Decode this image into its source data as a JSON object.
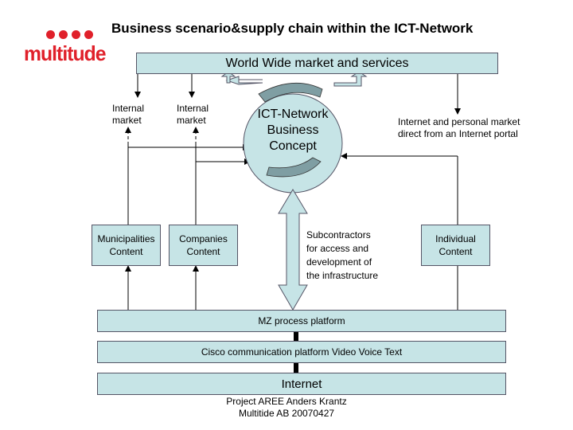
{
  "header": {
    "title": "Business scenario&supply chain within the ICT-Network"
  },
  "logo": {
    "text": "multitude"
  },
  "diagram": {
    "top_bar": "World Wide market and services",
    "circle": {
      "line1": "ICT-Network",
      "line2": "Business",
      "line3": "Concept"
    },
    "internal_market_1": {
      "line1": "Internal",
      "line2": "market"
    },
    "internal_market_2": {
      "line1": "Internal",
      "line2": "market"
    },
    "internet_market": {
      "line1": "Internet and personal market",
      "line2": "direct from an Internet portal"
    },
    "municipalities": {
      "line1": "Municipalities",
      "line2": "Content"
    },
    "companies": {
      "line1": "Companies",
      "line2": "Content"
    },
    "individual": {
      "line1": "Individual",
      "line2": "Content"
    },
    "subcontractors": {
      "line1": "Subcontractors",
      "line2": "for access and",
      "line3": "development of",
      "line4": "the infrastructure"
    },
    "mz_platform": "MZ process platform",
    "cisco_platform": "Cisco communication platform Video Voice Text",
    "internet_bar": "Internet"
  },
  "footer": {
    "line1": "Project AREE Anders Krantz",
    "line2": "Multitide AB 20070427"
  },
  "colors": {
    "box_fill": "#c6e4e6",
    "logo_red": "#e0202a",
    "swirl": "#7f9ea3"
  }
}
